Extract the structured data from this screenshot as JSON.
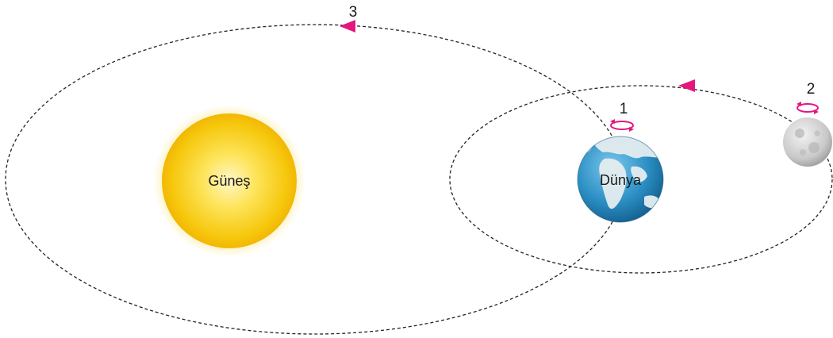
{
  "diagram": {
    "sun": {
      "label": "Güneş",
      "color": "#f9d21a"
    },
    "earth": {
      "label": "Dünya",
      "ocean_color": "#2c8fc4",
      "land_color": "#e8f0f2"
    },
    "moon": {
      "color": "#c9c9c9"
    },
    "markers": {
      "earth_rotation": "1",
      "moon_rotation": "2",
      "earth_orbit": "3"
    },
    "arrow_color": "#e5177e",
    "orbit_color": "#222222"
  }
}
